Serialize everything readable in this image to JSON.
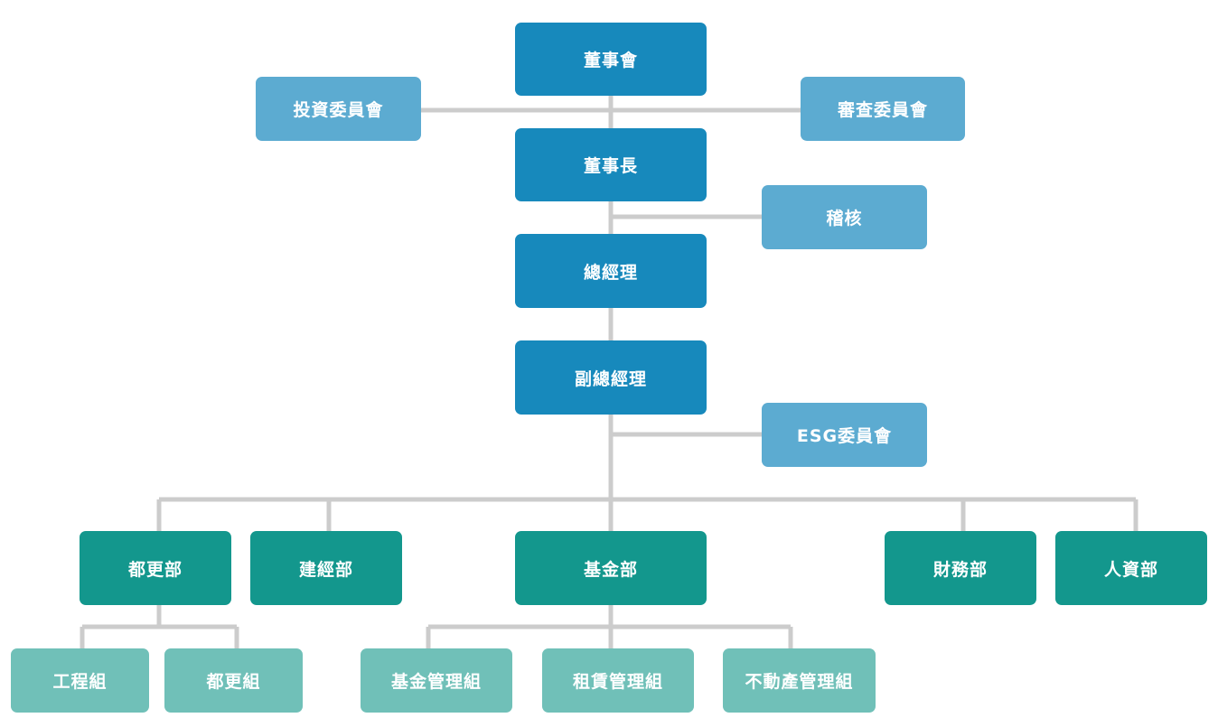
{
  "board": "董事會",
  "investment_committee": "投資委員會",
  "review_committee": "審查委員會",
  "chairman": "董事長",
  "audit": "稽核",
  "general_manager": "總經理",
  "vice_general_manager": "副總經理",
  "esg_committee": "ESG委員會",
  "departments": {
    "urban_renewal": "都更部",
    "construction": "建經部",
    "fund": "基金部",
    "finance": "財務部",
    "hr": "人資部"
  },
  "groups": {
    "engineering": "工程組",
    "urban_renewal_group": "都更組",
    "fund_management": "基金管理組",
    "leasing_management": "租賃管理組",
    "real_estate_management": "不動產管理組"
  },
  "colors": {
    "executive": "#1789bc",
    "committee": "#5cabd1",
    "department": "#13978d",
    "group": "#70c0b8",
    "connector": "#cccccc"
  }
}
